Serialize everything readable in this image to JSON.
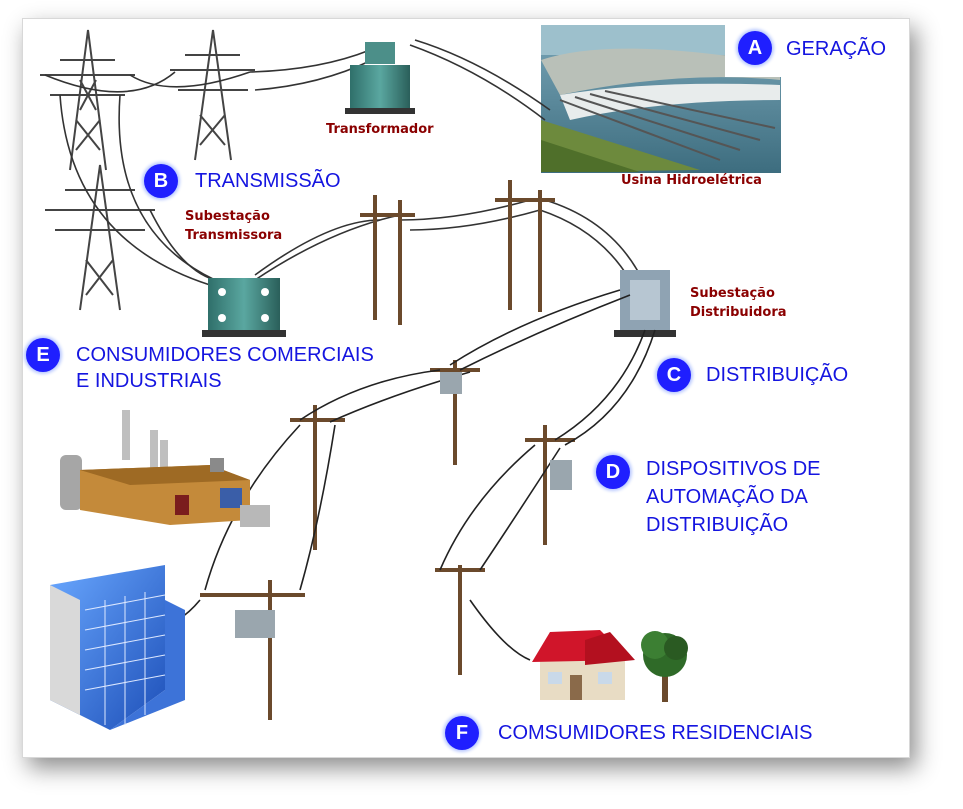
{
  "stages": {
    "a": {
      "letter": "A",
      "label": "GERAÇÃO"
    },
    "b": {
      "letter": "B",
      "label": "TRANSMISSÃO"
    },
    "c": {
      "letter": "C",
      "label": "DISTRIBUIÇÃO"
    },
    "d": {
      "letter": "D",
      "label_line1": "DISPOSITIVOS DE",
      "label_line2": "AUTOMAÇÃO DA",
      "label_line3": "DISTRIBUIÇÃO"
    },
    "e": {
      "letter": "E",
      "label_line1": "CONSUMIDORES COMERCIAIS",
      "label_line2": "E INDUSTRIAIS"
    },
    "f": {
      "letter": "F",
      "label": "COMSUMIDORES RESIDENCIAIS"
    }
  },
  "equipment": {
    "transformador": "Transformador",
    "usina": "Usina Hidroelétrica",
    "subestacao_transmissora_line1": "Subestação",
    "subestacao_transmissora_line2": "Transmissora",
    "subestacao_distribuidora_line1": "Subestação",
    "subestacao_distribuidora_line2": "Distribuidora"
  },
  "colors": {
    "badge": "#1f1fff",
    "stage_text": "#1515e0",
    "equipment_text": "#8a0000"
  }
}
